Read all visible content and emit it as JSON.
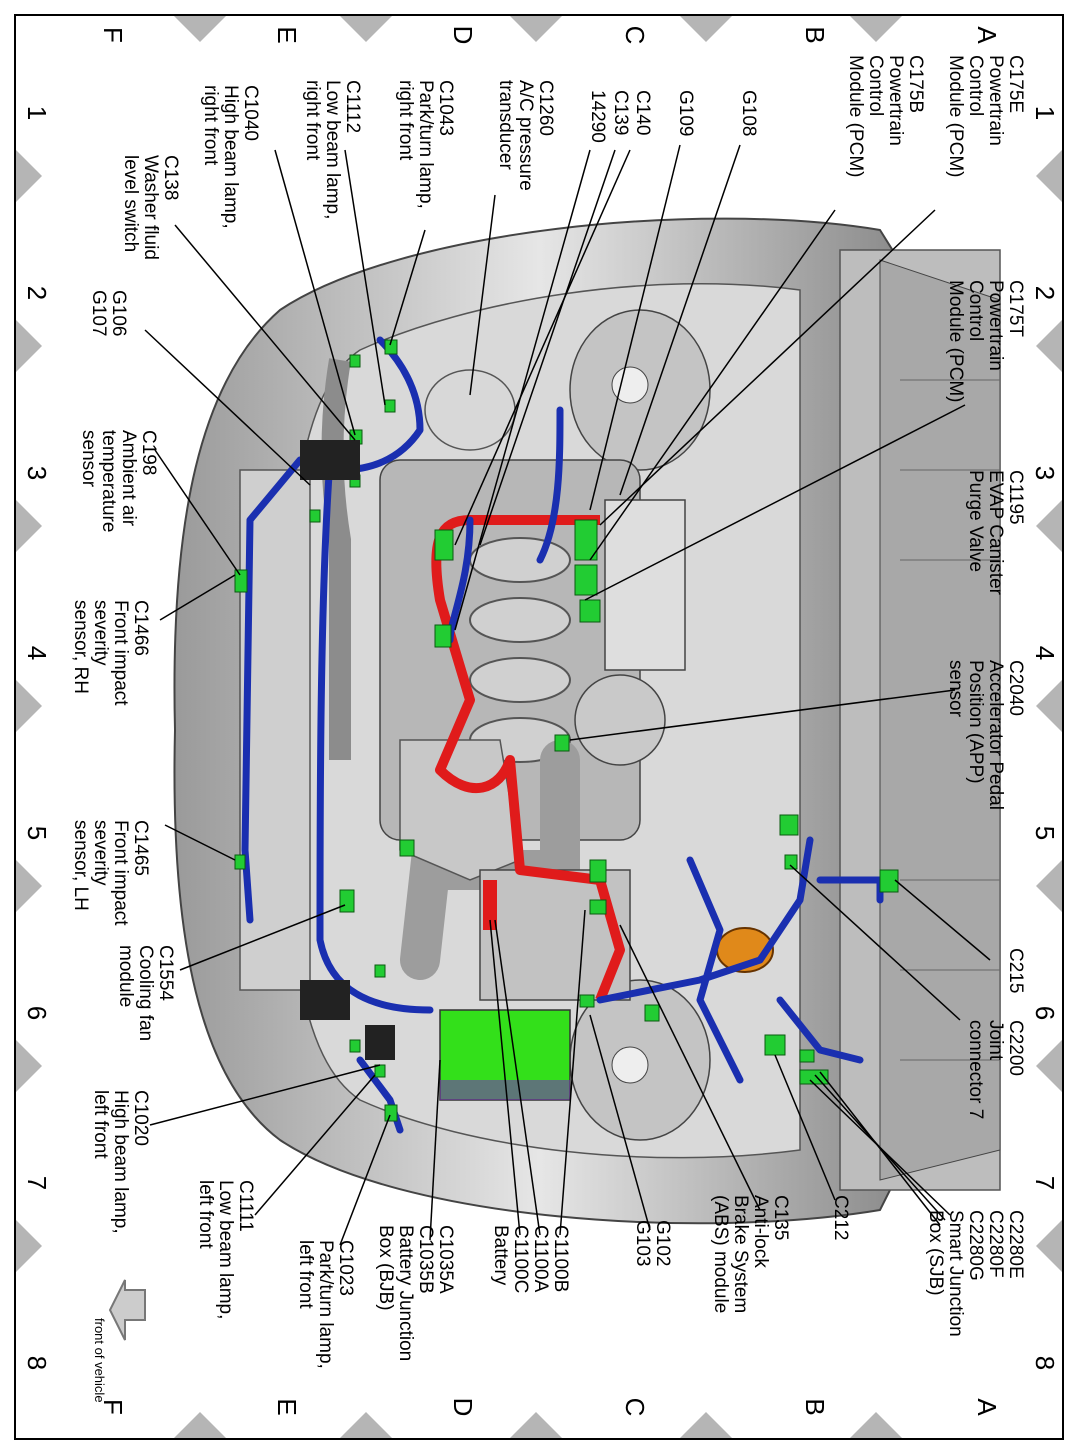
{
  "grid": {
    "rows": [
      "A",
      "B",
      "C",
      "D",
      "E",
      "F"
    ],
    "cols": [
      "1",
      "2",
      "3",
      "4",
      "5",
      "6",
      "7",
      "8"
    ]
  },
  "callouts": {
    "c175e": "C175E\nPowertrain\nControl\nModule (PCM)",
    "c175b": "C175B\nPowertrain\nControl\nModule (PCM)",
    "g108": "G108",
    "g109": "G109",
    "c140": "C140",
    "c139": "C139",
    "n14290": "14290",
    "c1260": "C1260\nA/C pressure\ntransducer",
    "c1043": "C1043\nPark/turn lamp,\nright front",
    "c1112": "C1112\nLow beam lamp,\nright front",
    "c1040": "C1040\nHigh beam lamp,\nright front",
    "c138": "C138\nWasher fluid\nlevel switch",
    "c175t": "C175T\nPowertrain\nControl\nModule (PCM)",
    "g106": "G106\nG107",
    "c1195": "C1195\nEVAP Canister\nPurge Valve",
    "c198": "C198\nAmbient air\ntemperature\nsensor",
    "c2040": "C2040\nAccelerator Pedal\nPosition (APP)\nsensor",
    "c1466": "C1466\nFront impact\nseverity\nsensor, RH",
    "c1465": "C1465\nFront impact\nseverity\nsensor, LH",
    "c215": "C215",
    "c1554": "C1554\nCooling fan\nmodule",
    "c2200": "C2200\nJoint\nconnector 7",
    "c1020": "C1020\nHigh beam lamp,\nleft front",
    "c2280": "C2280E\nC2280F\nC2280G\nSmart Junction\nBox (SJB)",
    "c212": "C212",
    "c135": "C135\nAnti-lock\nBrake System\n(ABS) module",
    "g102": "G102\nG103",
    "c1100b": "C1100B",
    "c1100a": "C1100A\nC1100C\nBattery",
    "c1035": "C1035A\nC1035B\nBattery Junction\nBox (BJB)",
    "c1023": "C1023\nPark/turn lamp,\nleft front",
    "c1111": "C1111\nLow beam lamp,\nleft front"
  },
  "front_label": "front of vehicle",
  "colors": {
    "harness_blue": "#1a2fb0",
    "battery_cable_red": "#e01b1b",
    "connector_green": "#22cc33",
    "battery_green": "#33e01a",
    "body_grey": "#c8c8c8"
  }
}
